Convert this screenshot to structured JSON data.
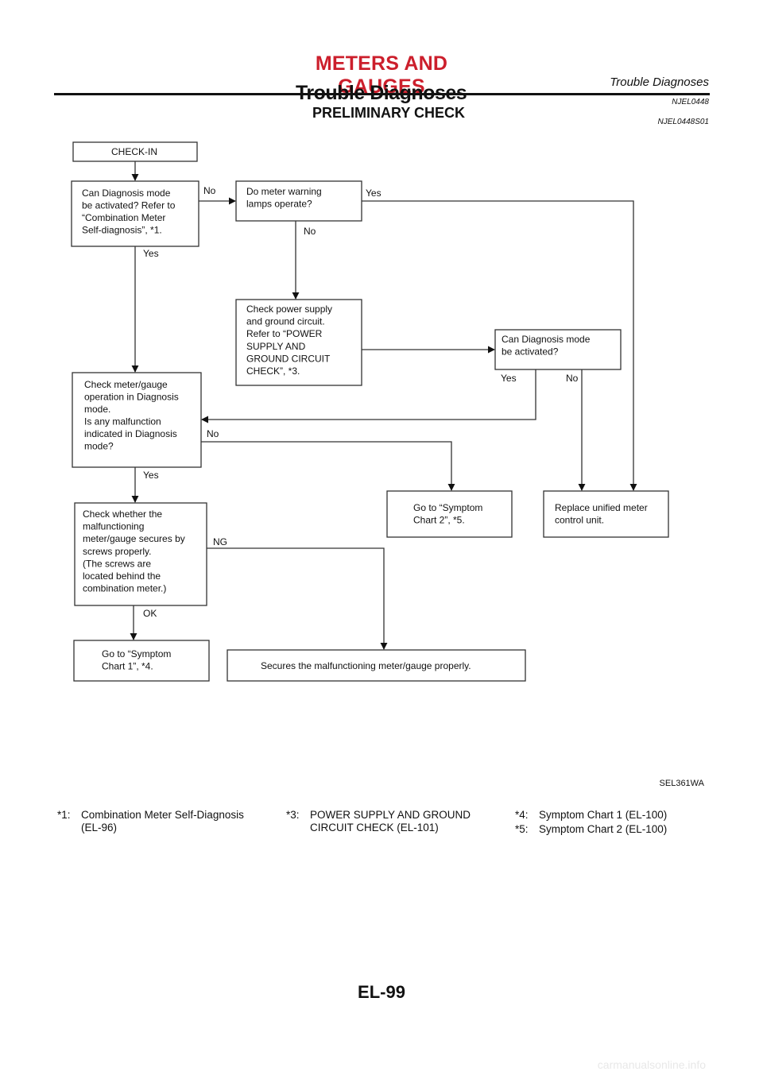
{
  "header": {
    "section": "METERS AND GAUGES",
    "subsection_right": "Trouble Diagnoses",
    "overlap_title": "Trouble Diagnoses",
    "ref1": "NJEL0448",
    "heading": "PRELIMINARY CHECK",
    "ref2": "NJEL0448S01"
  },
  "flowchart": {
    "nodes": {
      "checkin": [
        "CHECK-IN"
      ],
      "can_diag": [
        "Can Diagnosis mode",
        "be activated? Refer to",
        "“Combination Meter",
        "Self-diagnosis”, *1."
      ],
      "warning": [
        "Do meter warning",
        "lamps operate?"
      ],
      "power": [
        "Check power supply",
        "and ground circuit.",
        "Refer to “POWER",
        "SUPPLY AND",
        "GROUND CIRCUIT",
        "CHECK”, *3."
      ],
      "can_diag2": [
        "Can Diagnosis mode",
        "be activated?"
      ],
      "check_meter": [
        "Check meter/gauge",
        "operation in Diagnosis",
        "mode.",
        "Is any malfunction",
        "indicated in Diagnosis",
        "mode?"
      ],
      "chart2": [
        "Go to “Symptom",
        "Chart 2”, *5."
      ],
      "replace": [
        "Replace unified meter",
        "control unit."
      ],
      "screws": [
        "Check whether the",
        "malfunctioning",
        "meter/gauge secures by",
        "screws properly.",
        "(The screws are",
        "located behind the",
        "combination meter.)"
      ],
      "chart1": [
        "Go to “Symptom",
        "Chart 1”, *4."
      ],
      "secures": [
        "Secures the malfunctioning meter/gauge properly."
      ]
    },
    "labels": {
      "no1": "No",
      "yes1": "Yes",
      "yes2": "Yes",
      "no2": "No",
      "yes3": "Yes",
      "no3": "No",
      "no4": "No",
      "yes4": "Yes",
      "ng": "NG",
      "ok": "OK"
    },
    "figure_code": "SEL361WA"
  },
  "footnotes": [
    {
      "key": "*1:",
      "lines": [
        "Combination Meter Self-Diagnosis",
        "(EL-96)"
      ]
    },
    {
      "key": "*3:",
      "lines": [
        "POWER SUPPLY AND GROUND",
        "CIRCUIT CHECK (EL-101)"
      ]
    },
    {
      "key": "*4:",
      "lines": [
        "Symptom Chart 1 (EL-100)"
      ]
    },
    {
      "key": "*5:",
      "lines": [
        "Symptom Chart 2 (EL-100)"
      ]
    }
  ],
  "page_number": "EL-99",
  "watermark": "carmanualsonline.info"
}
